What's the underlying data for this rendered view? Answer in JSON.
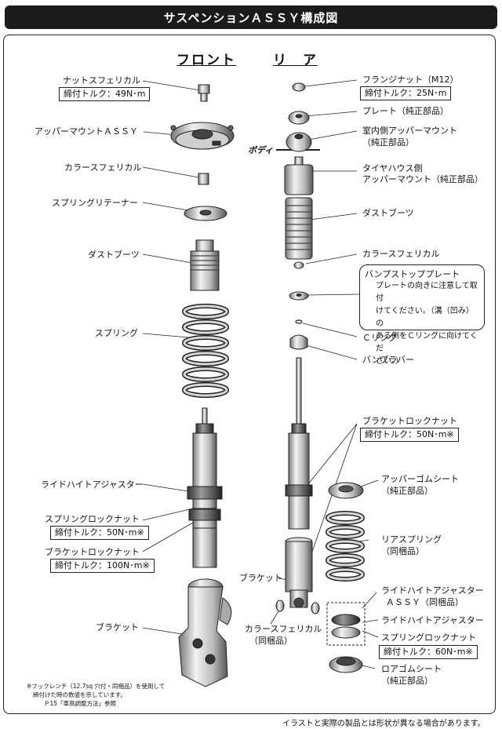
{
  "title": "サスペンションＡＳＳＹ構成図",
  "headers": {
    "front": "フロント",
    "rear": "リ　ア"
  },
  "body_label": "ボディ",
  "front": {
    "nut_spherical": "ナットスフェリカル",
    "nut_torque": "締付トルク：49N･m",
    "upper_mount": "アッパーマウントＡＳＳＹ",
    "collar": "カラースフェリカル",
    "retainer": "スプリングリテーナー",
    "dust_boot": "ダストブーツ",
    "spring": "スプリング",
    "ride_height": "ライドハイトアジャスター",
    "lock_nut": "スプリングロックナット",
    "lock_nut_torque": "締付トルク：50N･m※",
    "bracket_nut": "ブラケットロックナット",
    "bracket_nut_torque": "締付トルク：100N･m※",
    "bracket": "ブラケット"
  },
  "rear": {
    "flange_nut": "フランジナット（M12）",
    "flange_torque": "締付トルク：25N･m",
    "plate": "プレート（純正部品）",
    "inner_mount_1": "室内側アッパーマウント",
    "inner_mount_2": "（純正部品）",
    "tire_mount_1": "タイヤハウス側",
    "tire_mount_2": "アッパーマウント（純正部品）",
    "dust_boot": "ダストブーツ",
    "collar": "カラースフェリカル",
    "bump_plate": "バンプストッププレート",
    "bump_note_1": "プレートの向きに注意して取付",
    "bump_note_2": "けてください。（溝（凹み）の",
    "bump_note_3": "ある側をＣリングに向けてくだ",
    "bump_note_4": "さい。）",
    "c_ring": "Ｃリング",
    "bump_rubber": "バンプラバー",
    "bracket_nut": "ブラケットロックナット",
    "bracket_nut_torque": "締付トルク：50N･m※",
    "upper_rubber_1": "アッパーゴムシート",
    "upper_rubber_2": "（純正部品）",
    "bracket": "ブラケット",
    "rear_spring_1": "リアスプリング",
    "rear_spring_2": "（同梱品）",
    "collar_sph_1": "カラースフェリカル",
    "collar_sph_2": "（同梱品）",
    "rh_assy_1": "ライドハイトアジャスター",
    "rh_assy_2": "ＡＳＳＹ（同梱品）",
    "rh": "ライドハイトアジャスター",
    "lock_nut": "スプリングロックナット",
    "lock_nut_torque": "締付トルク：60N･m※",
    "lower_rubber_1": "ロアゴムシート",
    "lower_rubber_2": "（純正部品）"
  },
  "footnote": {
    "line1": "※フックレンチ（12.7sq 穴付・同梱品）を使用して",
    "line2": "締付けた時の数値を示しています。",
    "line3": "Ｐ15「車高調整方法」参照"
  },
  "disclaimer": "イラストと実際の製品とは形状が異なる場合があります。"
}
